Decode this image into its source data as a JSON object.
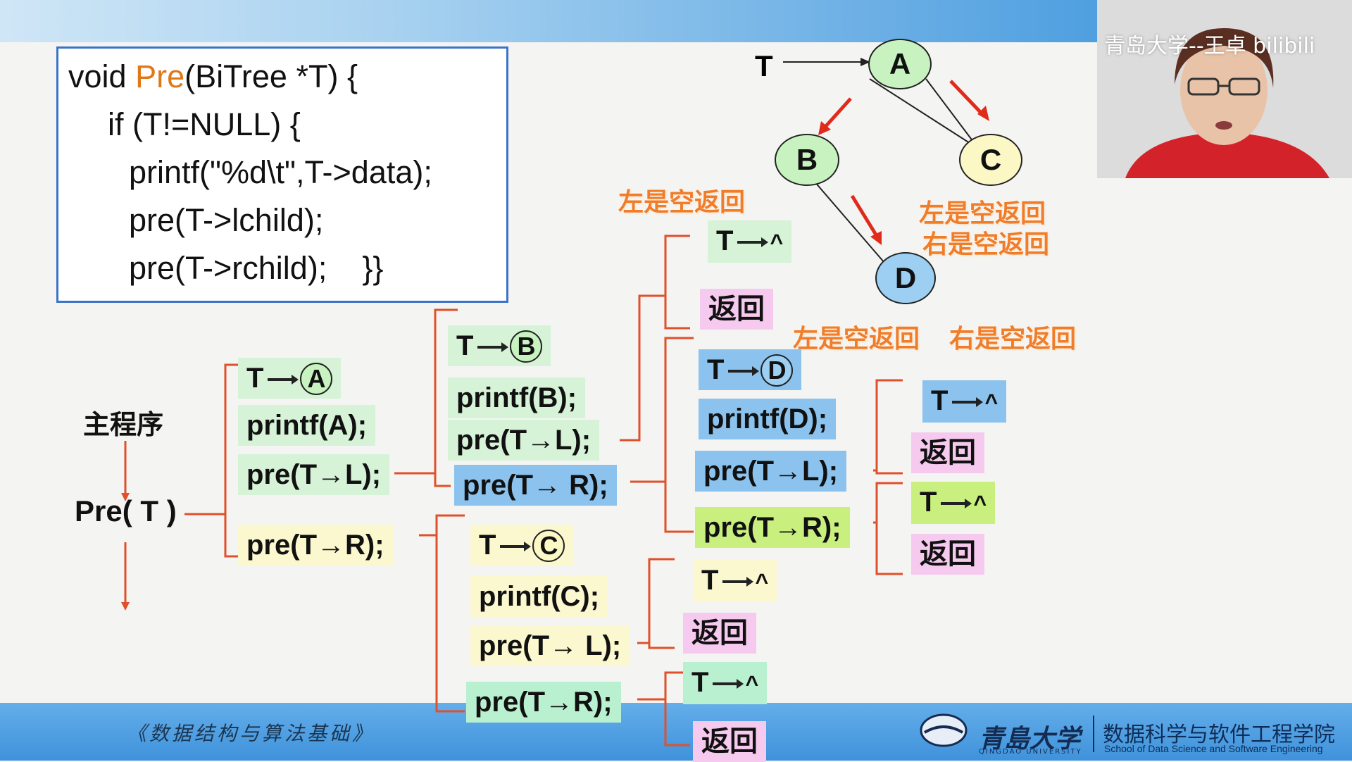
{
  "code": {
    "line1_prefix": "void ",
    "line1_kw": "Pre",
    "line1_suffix": "(BiTree *T) {",
    "line2": "if (T!=NULL) {",
    "line3": "printf(\"%d\\t\",T->data);",
    "line4": "pre(T->lchild);",
    "line5": "pre(T->rchild);    }}"
  },
  "tree": {
    "pointer_label": "T",
    "nodes": [
      "A",
      "B",
      "C",
      "D"
    ],
    "captions": {
      "b_left": "左是空返回",
      "c_left": "左是空返回",
      "c_right": "右是空返回",
      "d_left": "左是空返回",
      "d_right": "右是空返回"
    }
  },
  "main": {
    "label": "主程序",
    "call": "Pre( T )"
  },
  "col1": {
    "t_label": "T",
    "node": "A",
    "printf": "printf(A);",
    "pre_l": "pre(T→L);",
    "pre_r": "pre(T→R);"
  },
  "colB": {
    "t_label": "T",
    "node": "B",
    "printf": "printf(B);",
    "pre_l": "pre(T→L);",
    "pre_r": "pre(T→ R);"
  },
  "colB_left": {
    "t_null": "T",
    "null_sym": "^",
    "ret": "返回"
  },
  "colD": {
    "t_label": "T",
    "node": "D",
    "printf": "printf(D);",
    "pre_l": "pre(T→L);",
    "pre_r": "pre(T→R);"
  },
  "colD_left": {
    "t_null": "T",
    "null_sym": "^",
    "ret": "返回"
  },
  "colD_right": {
    "t_null": "T",
    "null_sym": "^",
    "ret": "返回"
  },
  "colC": {
    "t_label": "T",
    "node": "C",
    "printf": "printf(C);",
    "pre_l": "pre(T→ L);",
    "pre_r": "pre(T→R);"
  },
  "colC_left": {
    "t_null": "T",
    "null_sym": "^",
    "ret": "返回"
  },
  "colC_right": {
    "t_null": "T",
    "null_sym": "^",
    "ret": "返回"
  },
  "footer": {
    "course": "《数据结构与算法基础》",
    "university": "青島大学",
    "university_en": "QINGDAO UNIVERSITY",
    "school": "数据科学与软件工程学院",
    "school_en": "School of Data Science and Software Engineering"
  },
  "webcam": {
    "watermark": "青岛大学--王卓 bilibili"
  },
  "colors": {
    "orange": "#f07d2a",
    "connector": "#e0502a",
    "green_node": "#c8f3c0",
    "yellow_node": "#fbf8c6",
    "blue_node": "#9ccff2"
  }
}
